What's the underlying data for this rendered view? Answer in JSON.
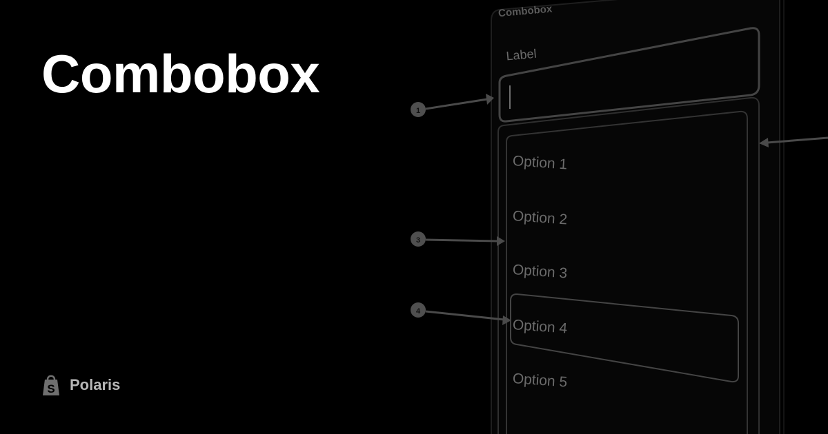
{
  "page": {
    "title": "Combobox"
  },
  "brand": {
    "name": "Polaris",
    "icon": "shopify-bag-icon"
  },
  "diagram": {
    "card_label": "Combobox",
    "field_label": "Label",
    "options": [
      "Option 1",
      "Option 2",
      "Option 3",
      "Option 4",
      "Option 5"
    ],
    "highlighted_option": "Option 4",
    "callouts": [
      "1",
      "3",
      "4"
    ]
  },
  "colors": {
    "background": "#000000",
    "title": "#ffffff",
    "brand_text": "#b7b7b7",
    "diagram_stroke": "#3a3a3a",
    "diagram_text": "#6b6b6b",
    "callout_fill": "#555555"
  }
}
